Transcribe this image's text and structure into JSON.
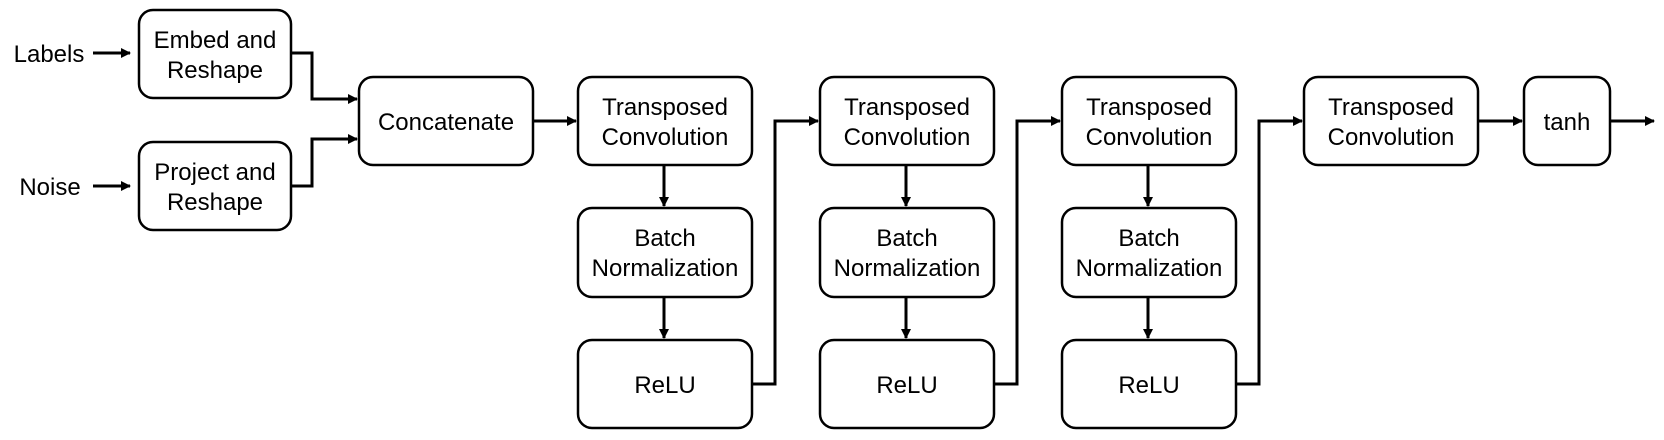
{
  "inputs": {
    "labels": "Labels",
    "noise": "Noise"
  },
  "nodes": {
    "embed_reshape": [
      "Embed and",
      "Reshape"
    ],
    "project_reshape": [
      "Project and",
      "Reshape"
    ],
    "concatenate": [
      "Concatenate"
    ],
    "tconv1": [
      "Transposed",
      "Convolution"
    ],
    "bn1": [
      "Batch",
      "Normalization"
    ],
    "relu1": [
      "ReLU"
    ],
    "tconv2": [
      "Transposed",
      "Convolution"
    ],
    "bn2": [
      "Batch",
      "Normalization"
    ],
    "relu2": [
      "ReLU"
    ],
    "tconv3": [
      "Transposed",
      "Convolution"
    ],
    "bn3": [
      "Batch",
      "Normalization"
    ],
    "relu3": [
      "ReLU"
    ],
    "tconv4": [
      "Transposed",
      "Convolution"
    ],
    "tanh": [
      "tanh"
    ]
  },
  "edges": [
    [
      "labels",
      "embed_reshape"
    ],
    [
      "noise",
      "project_reshape"
    ],
    [
      "embed_reshape",
      "concatenate"
    ],
    [
      "project_reshape",
      "concatenate"
    ],
    [
      "concatenate",
      "tconv1"
    ],
    [
      "tconv1",
      "bn1"
    ],
    [
      "bn1",
      "relu1"
    ],
    [
      "relu1",
      "tconv2"
    ],
    [
      "tconv2",
      "bn2"
    ],
    [
      "bn2",
      "relu2"
    ],
    [
      "relu2",
      "tconv3"
    ],
    [
      "tconv3",
      "bn3"
    ],
    [
      "bn3",
      "relu3"
    ],
    [
      "relu3",
      "tconv4"
    ],
    [
      "tconv4",
      "tanh"
    ],
    [
      "tanh",
      "output"
    ]
  ],
  "colors": {
    "stroke": "#000000",
    "fill": "#ffffff",
    "background": "#ffffff"
  }
}
